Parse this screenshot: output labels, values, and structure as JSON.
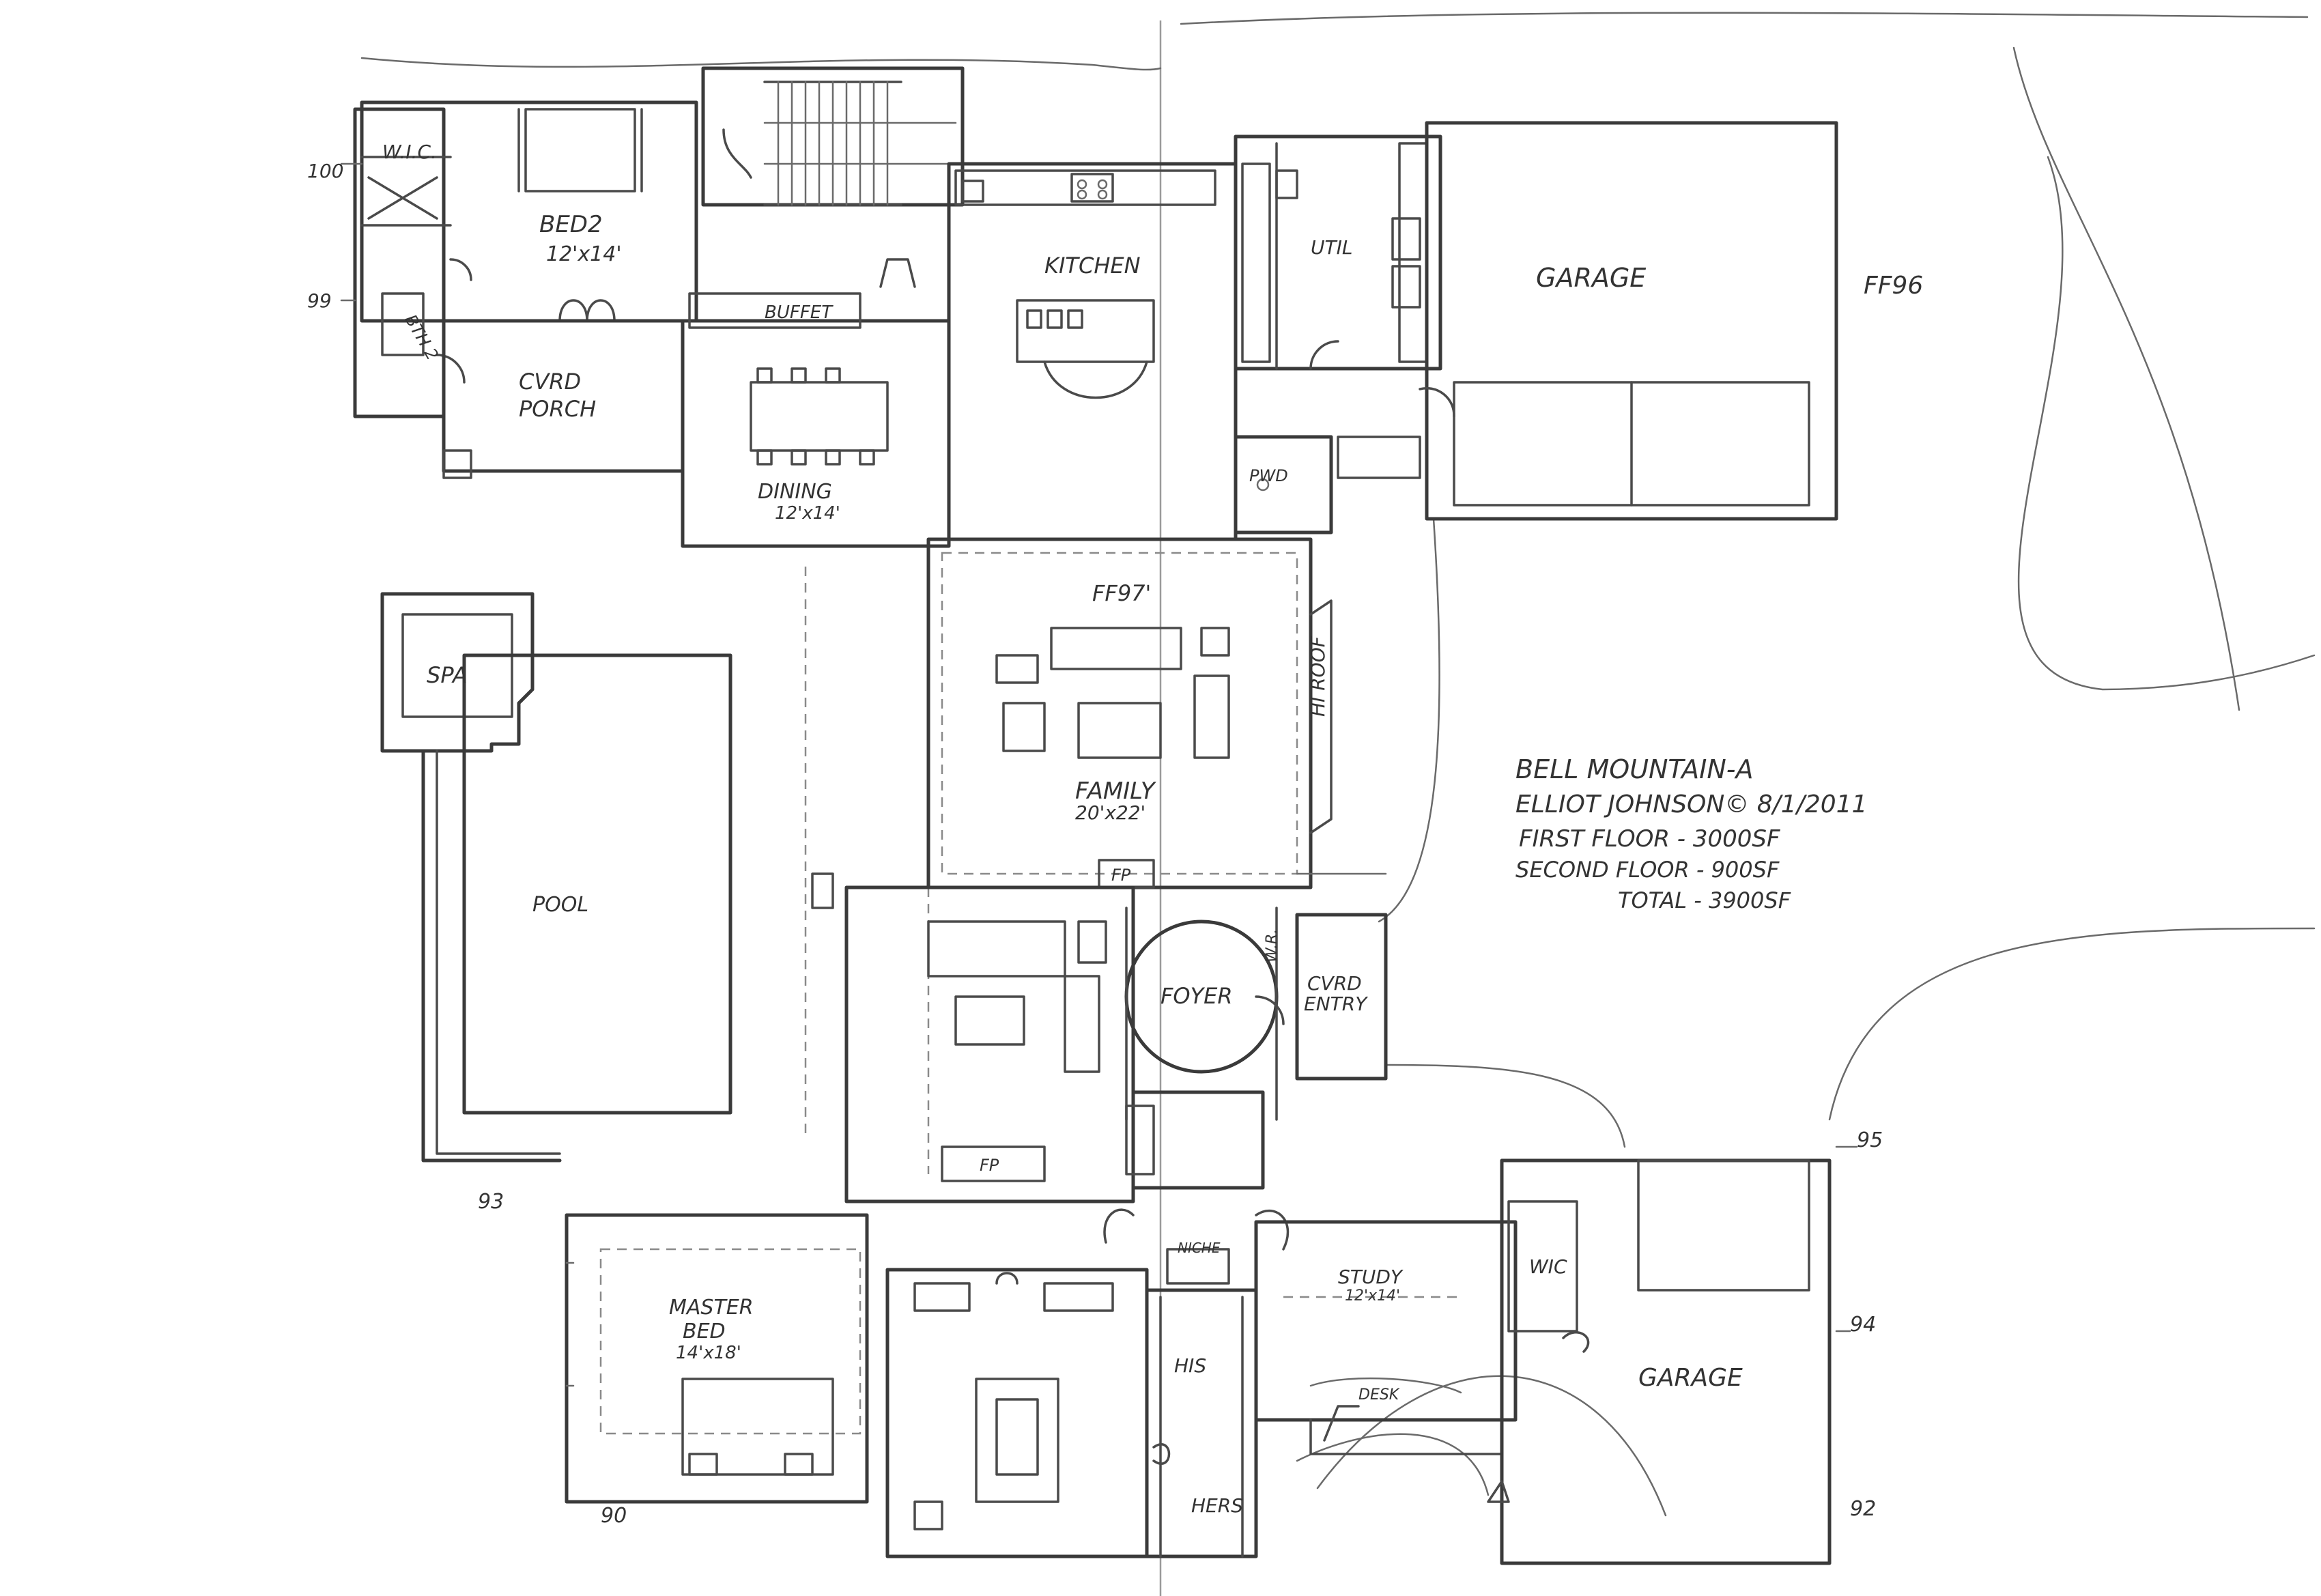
{
  "drawing": {
    "title_block": {
      "project": "BELL MOUNTAIN-A",
      "author_line": "ELLIOT JOHNSON© 8/1/2011",
      "first_floor": "FIRST FLOOR - 3000SF",
      "second_floor": "SECOND FLOOR - 900SF",
      "total": "TOTAL - 3900SF"
    },
    "rooms": {
      "wic_upper": "W.I.C.",
      "bed2": "BED2",
      "bed2_size": "12'x14'",
      "bath2": "BTH 2",
      "covered_porch_1": "CVRD",
      "covered_porch_2": "PORCH",
      "buffet": "BUFFET",
      "dining": "DINING",
      "dining_size": "12'x14'",
      "kitchen": "KITCHEN",
      "util": "UTIL",
      "garage_upper": "GARAGE",
      "pwd": "PWD",
      "spa": "SPA",
      "pool": "POOL",
      "family": "FAMILY",
      "family_size": "20'x22'",
      "ff97": "FF97'",
      "fp_family": "FP",
      "high_roof": "HI ROOF",
      "foyer": "FOYER",
      "covered_entry_1": "CVRD",
      "covered_entry_2": "ENTRY",
      "wr": "W.R.",
      "fp_lower": "FP",
      "master_bed_1": "MASTER",
      "master_bed_2": "BED",
      "master_bed_size": "14'x18'",
      "niche": "NICHE",
      "study": "STUDY",
      "study_size": "12'x14'",
      "desk": "DESK",
      "his": "HIS",
      "hers": "HERS",
      "wic_lower": "WIC",
      "garage_lower": "GARAGE"
    },
    "elevations": {
      "ff96": "FF96",
      "e100": "100",
      "e99": "99",
      "e93": "93",
      "e95": "95",
      "e94": "94",
      "e92": "92",
      "e90": "90"
    }
  }
}
